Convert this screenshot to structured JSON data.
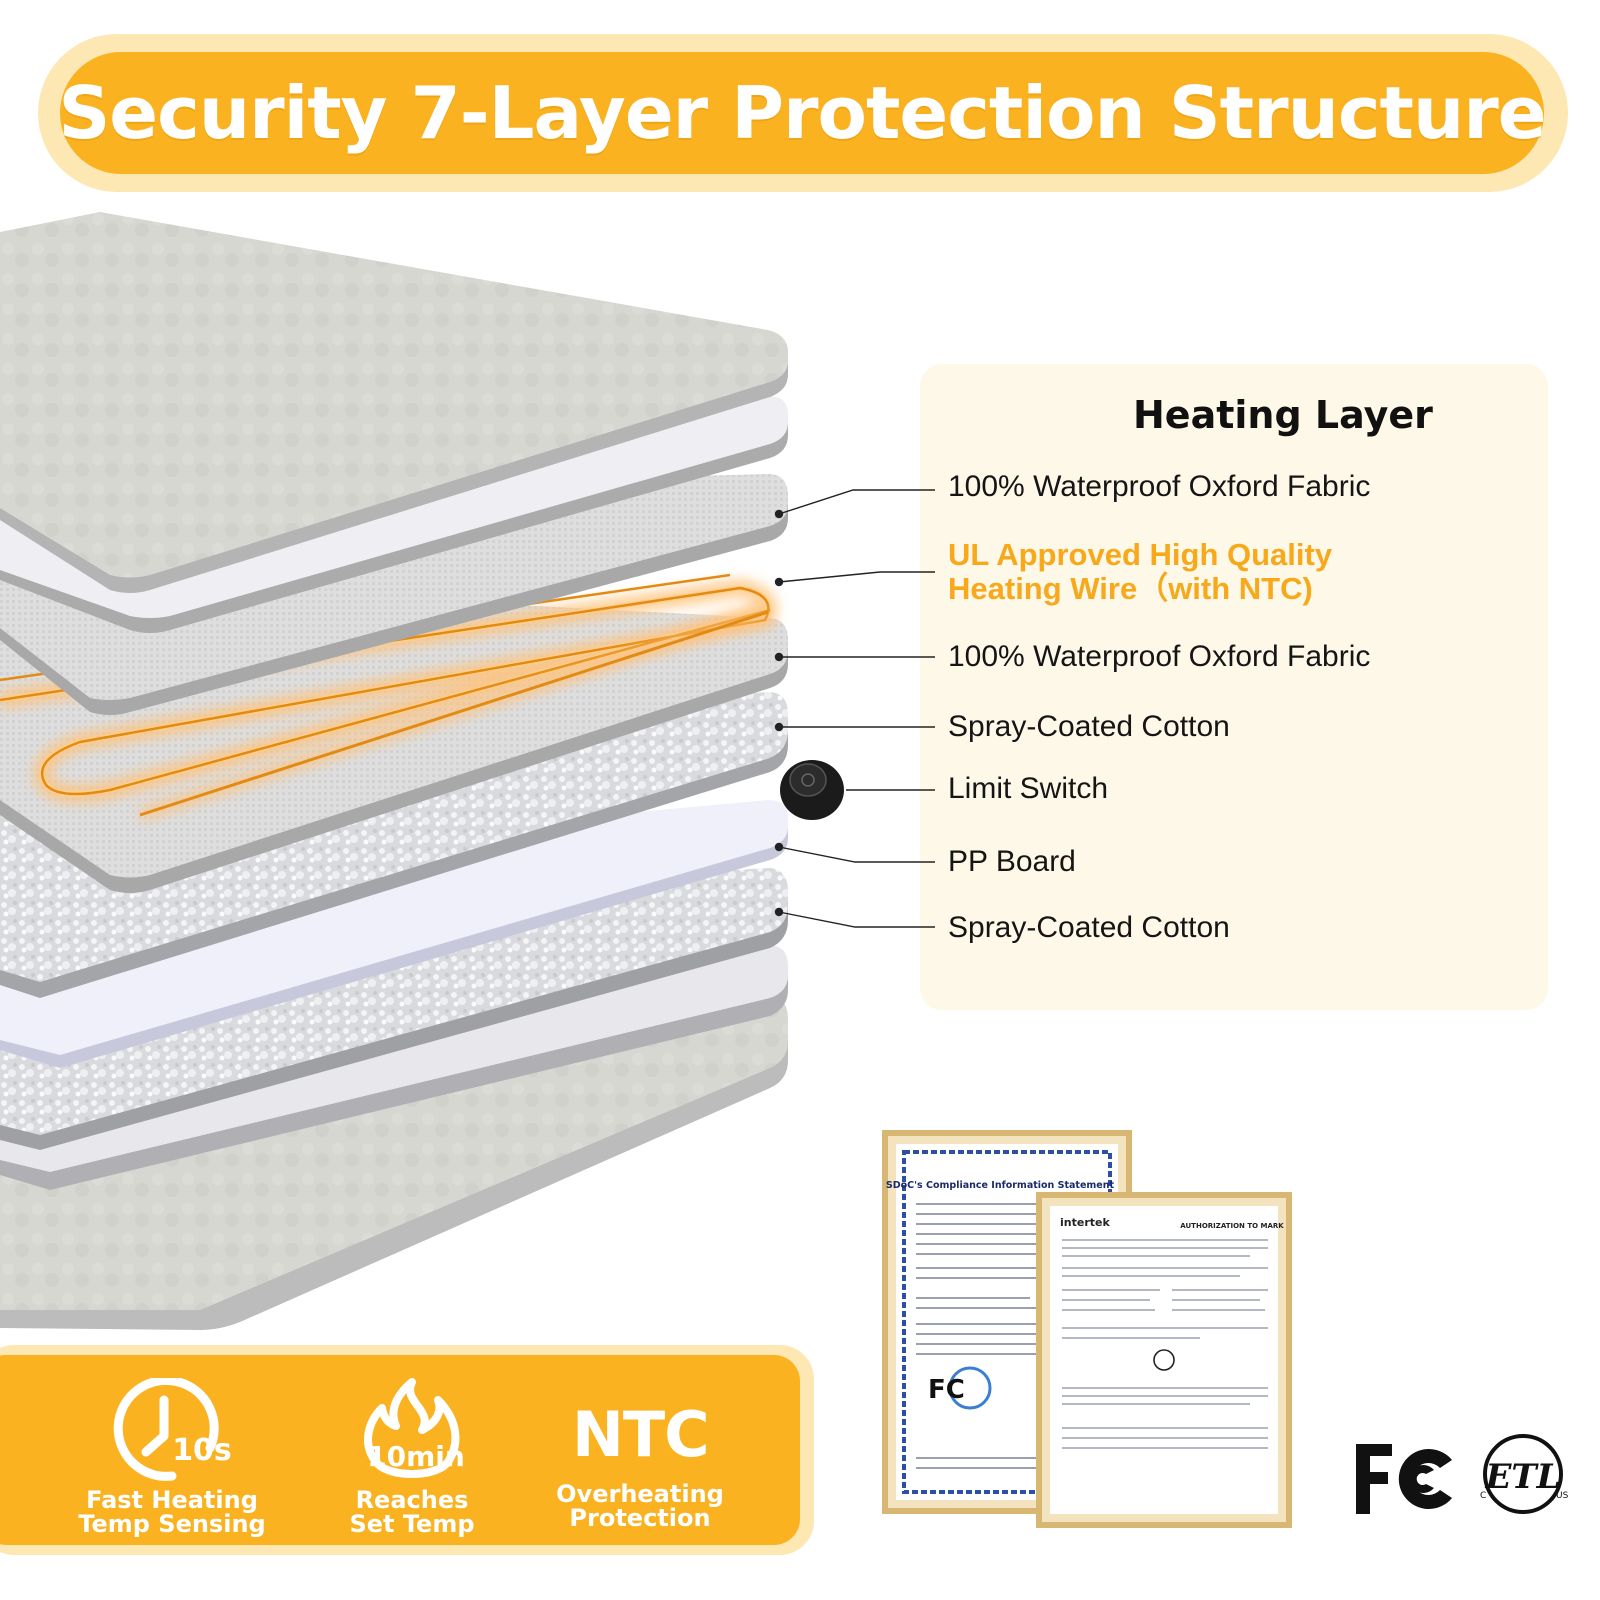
{
  "banner": {
    "title": "Security 7-Layer Protection Structure"
  },
  "panel": {
    "title": "Heating Layer",
    "layers": [
      {
        "label": "100% Waterproof Oxford Fabric",
        "highlight": false
      },
      {
        "label_line1": "UL Approved High Quality",
        "label_line2": "Heating Wire（with NTC)",
        "highlight": true
      },
      {
        "label": "100% Waterproof Oxford Fabric",
        "highlight": false
      },
      {
        "label": "Spray-Coated Cotton",
        "highlight": false
      },
      {
        "label": "Limit Switch",
        "highlight": false
      },
      {
        "label": "PP Board",
        "highlight": false
      },
      {
        "label": "Spray-Coated Cotton",
        "highlight": false
      }
    ]
  },
  "features": [
    {
      "icon": "clock-icon",
      "badge": "10s",
      "line1": "Fast Heating",
      "line2": "Temp Sensing"
    },
    {
      "icon": "flame-icon",
      "badge": "10min",
      "line1": "Reaches",
      "line2": "Set Temp"
    },
    {
      "icon": "ntc-text",
      "badge": "NTC",
      "line1": "Overheating",
      "line2": "Protection"
    }
  ],
  "certificates": [
    {
      "title": "SDoC's Compliance Information Statement"
    },
    {
      "brand": "intertek",
      "title": "AUTHORIZATION TO MARK"
    }
  ],
  "logos": [
    {
      "name": "fcc-logo"
    },
    {
      "name": "etl-listed-logo"
    }
  ],
  "colors": {
    "accent": "#fbb220",
    "accent_light": "#fde7b2",
    "highlight_text": "#f7a81b",
    "wire": "#e38a12"
  }
}
